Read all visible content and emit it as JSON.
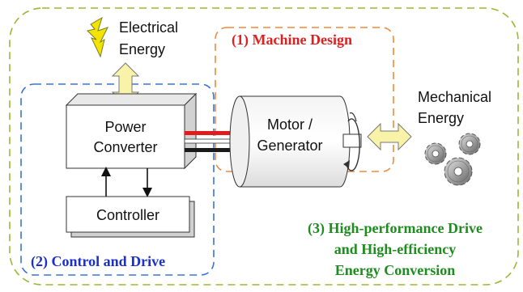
{
  "colors": {
    "outer_border": "#9ab832",
    "machine_border": "#f08a3c",
    "control_border": "#3a73d8",
    "machine_title": "#e02020",
    "control_title": "#1a2fd0",
    "hp_title": "#1e8c1e",
    "arrow_fill": "#f8f3a8",
    "lightning": "#f2e400",
    "gear": "#9b9b9b"
  },
  "icons": {
    "lightning": "lightning-bolt-icon",
    "gears": "gears-icon",
    "rotation": "rotation-arrow-icon"
  },
  "labels": {
    "electrical_energy": [
      "Electrical",
      "Energy"
    ],
    "mechanical_energy": [
      "Mechanical",
      "Energy"
    ],
    "power_converter": [
      "Power",
      "Converter"
    ],
    "motor_generator": [
      "Motor /",
      "Generator"
    ],
    "controller": "Controller"
  },
  "regions": {
    "machine_design": "(1) Machine Design",
    "control_drive": "(2) Control and Drive",
    "high_performance": [
      "(3) High-performance Drive",
      "and High-efficiency",
      "Energy Conversion"
    ]
  }
}
